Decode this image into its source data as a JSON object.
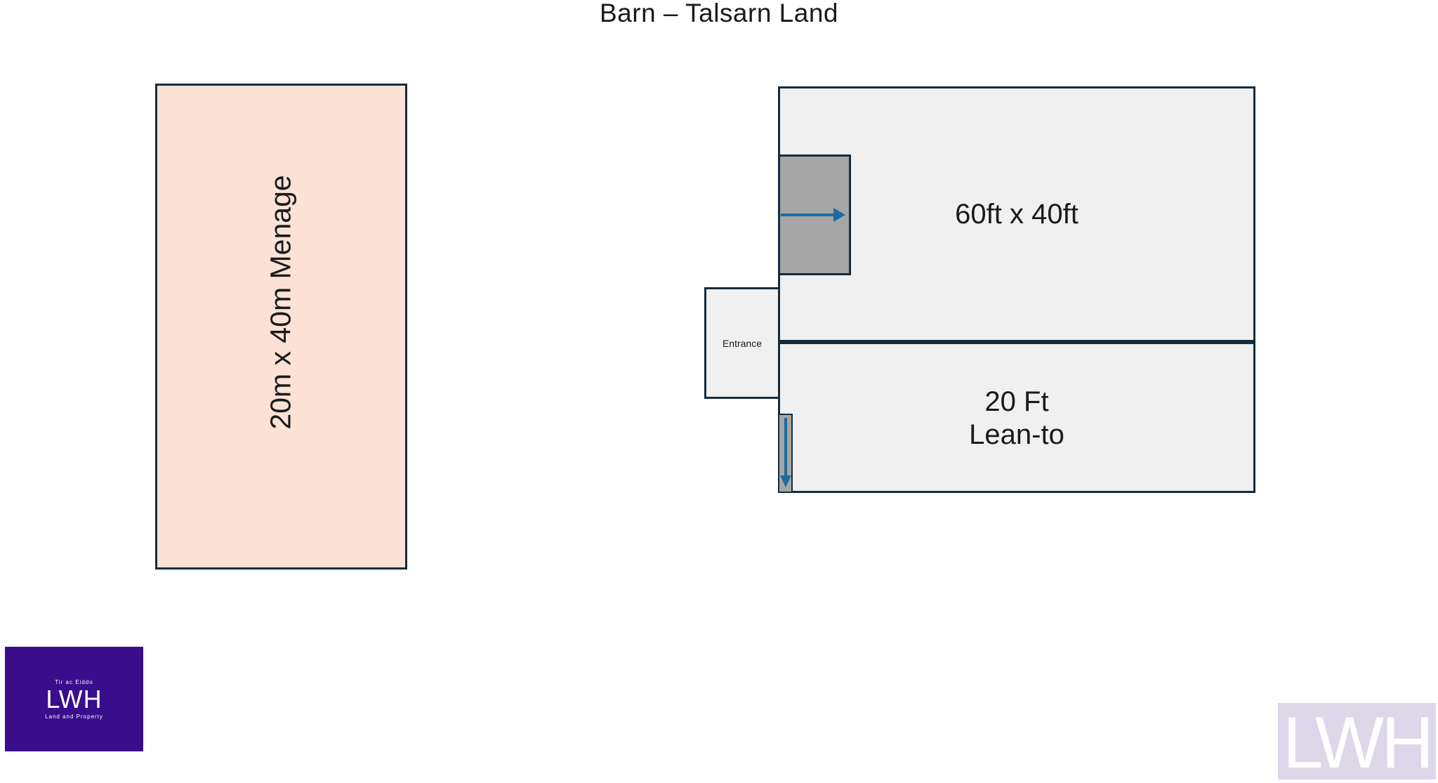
{
  "title": "Barn – Talsarn Land",
  "menage": {
    "label": "20m x 40m Menage",
    "fill": "#fbe2d5"
  },
  "barn": {
    "main_label": "60ft x 40ft",
    "leanto_label": "20 Ft\nLean-to",
    "entrance_label": "Entrance",
    "fill": "#f0f0f0",
    "door_fill": "#a6a6a6"
  },
  "colors": {
    "outline": "#152c40",
    "arrow": "#1e6d9e",
    "logo_bg": "#3a0d8c",
    "watermark_bg": "#ddd7e9"
  },
  "logo": {
    "tagline_top": "Tir ac Eiddo",
    "initials": "LWH",
    "tagline_bottom": "Land and Property"
  },
  "watermark": {
    "text": "LWH"
  }
}
